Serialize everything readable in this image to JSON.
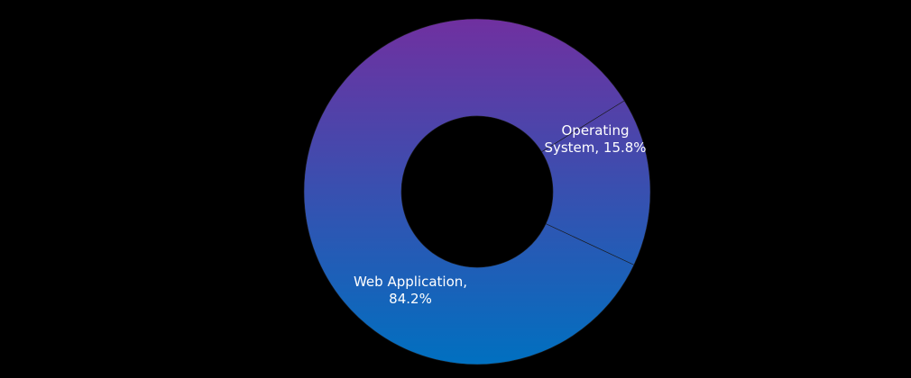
{
  "chart_data": {
    "type": "pie",
    "variant": "donut",
    "title": "",
    "background": "#000000",
    "label_color": "#ffffff",
    "slices": [
      {
        "name": "Operating System",
        "value": 15.8,
        "label_lines": [
          "Operating",
          "System, 15.8%"
        ],
        "gradient": [
          "#7030a0",
          "#0070c0"
        ]
      },
      {
        "name": "Web Application",
        "value": 84.2,
        "label_lines": [
          "Web Application,",
          "84.2%"
        ],
        "gradient": [
          "#7030a0",
          "#0070c0"
        ]
      }
    ]
  }
}
